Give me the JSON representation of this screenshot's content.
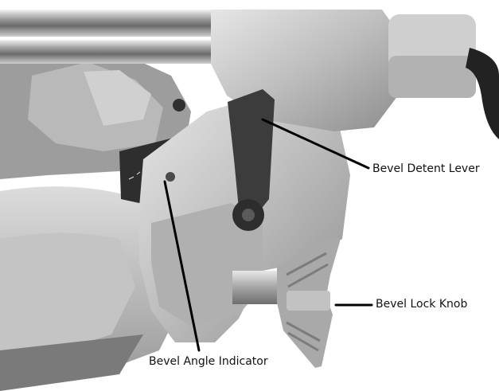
{
  "photo": {
    "subject": "miter-saw-bevel-assembly",
    "colors": {
      "background": "#ffffff",
      "metal": "#c9c9c9",
      "dark_parts": "#3a3a3a",
      "shadow": "#8a8a8a"
    }
  },
  "callouts": {
    "bevel_detent_lever": "Bevel Detent Lever",
    "bevel_lock_knob": "Bevel Lock Knob",
    "bevel_angle_indicator": "Bevel Angle Indicator"
  }
}
